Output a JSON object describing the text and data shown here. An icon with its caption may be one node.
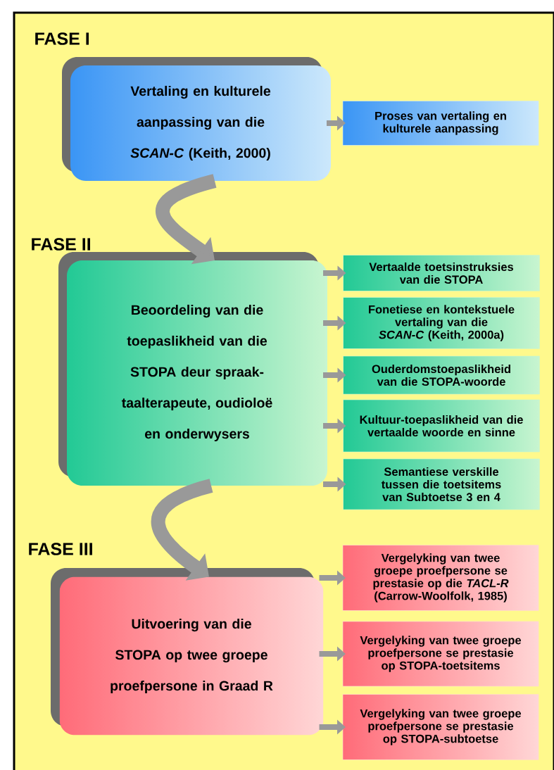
{
  "diagram": {
    "nodes": [
      {
        "text": [
          "FASE I",
          "Vertaling en kulturele aanpassing van die *SCAN-C* (Keith, 2000)"
        ]
      },
      {
        "text": [
          "Proses van vertaling en kulturele aanpassing"
        ]
      },
      {
        "text": [
          "FASE II",
          "Beoordeling van die toepaslikheid van die STOPA deur spraak-taalterapeute, oudioloë en onderwysers"
        ]
      },
      {
        "text": [
          "Vertaalde toetsinstruksies van die STOPA"
        ]
      },
      {
        "text": [
          "Fonetiese en kontekstuele vertaling van die *SCAN-C* (Keith, 2000a)"
        ]
      },
      {
        "text": [
          "Ouderdomstoepaslikheid van die STOPA-woorde"
        ]
      },
      {
        "text": [
          "Kultuur-toepaslikheid van die vertaalde woorde en sinne"
        ]
      },
      {
        "text": [
          "Semantiese verskille tussen die toetsitems van Subtoetse 3 en 4"
        ]
      },
      {
        "text": [
          "FASE III",
          "Uitvoering van die STOPA op twee groepe proefpersone in Graad R"
        ]
      },
      {
        "text": [
          "Vergelyking van twee groepe proefpersone se prestasie op die *TACL-R* (Carrow-Woolfolk, 1985)"
        ]
      },
      {
        "text": [
          "Vergelyking van twee groepe proefpersone se prestasie op STOPA-toetsitems"
        ]
      },
      {
        "text": [
          "Vergelyking van twee groepe proefpersone se prestasie op STOPA-subtoetse"
        ]
      }
    ],
    "edges": [
      {
        "from": 0,
        "to": 1,
        "arrow": "to"
      },
      {
        "from": 0,
        "to": 2,
        "arrow": "to",
        "style": "thick"
      },
      {
        "from": 2,
        "to": 3,
        "arrow": "to"
      },
      {
        "from": 2,
        "to": 4,
        "arrow": "to"
      },
      {
        "from": 2,
        "to": 5,
        "arrow": "to"
      },
      {
        "from": 2,
        "to": 6,
        "arrow": "to"
      },
      {
        "from": 2,
        "to": 7,
        "arrow": "to"
      },
      {
        "from": 2,
        "to": 8,
        "arrow": "to",
        "style": "thick"
      },
      {
        "from": 8,
        "to": 9,
        "arrow": "to"
      },
      {
        "from": 8,
        "to": 10,
        "arrow": "to"
      },
      {
        "from": 8,
        "to": 11,
        "arrow": "to"
      }
    ]
  }
}
